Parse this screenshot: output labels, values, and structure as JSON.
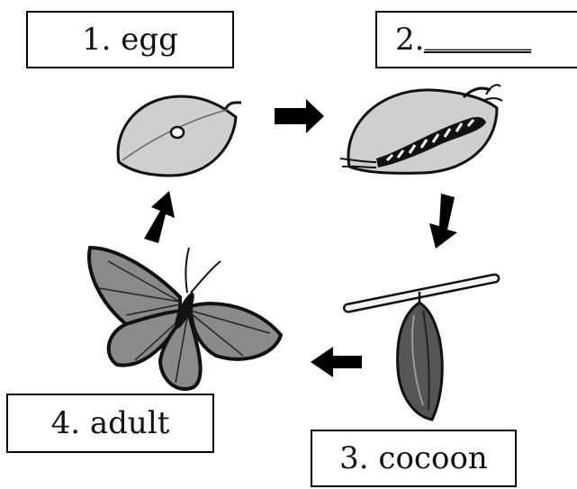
{
  "stages": [
    {
      "id": "egg",
      "label": "1. egg"
    },
    {
      "id": "larva",
      "label": "2. ",
      "blank": "_______"
    },
    {
      "id": "cocoon",
      "label": "3. cocoon"
    },
    {
      "id": "adult",
      "label": "4. adult"
    }
  ],
  "colors": {
    "leaf_fill": "#cfcfcf",
    "outline": "#111111",
    "wing_fill": "#8a8a8a",
    "arrow": "#000000"
  },
  "icons": {
    "egg_stage": "leaf-with-egg-icon",
    "larva_stage": "leaf-with-caterpillar-icon",
    "pupa_stage": "chrysalis-on-branch-icon",
    "adult_stage": "butterfly-icon"
  }
}
